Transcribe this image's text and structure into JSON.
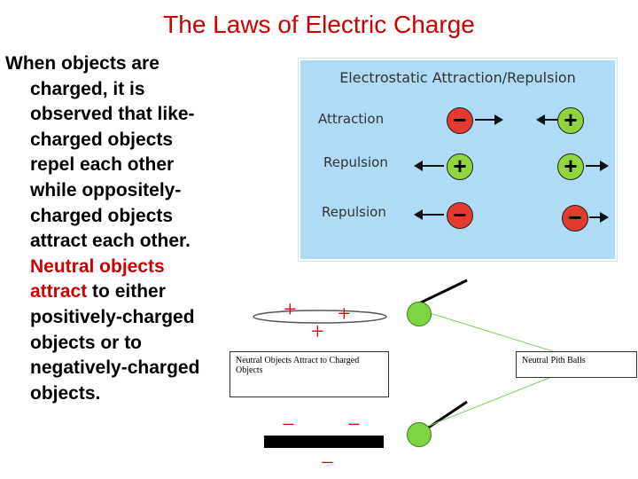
{
  "title": "The Laws of Electric Charge",
  "body_lines": [
    "When objects are",
    "charged, it is",
    "observed that like-",
    "charged objects",
    "repel each other",
    "while oppositely-",
    "charged objects",
    "attract each other.",
    "Neutral objects",
    "attract",
    " to either",
    "positively-charged",
    "objects or to",
    "negatively-charged",
    "objects."
  ],
  "electrostatic": {
    "title": "Electrostatic Attraction/Repulsion",
    "rows": [
      {
        "label": "Attraction",
        "left": "−",
        "right": "+"
      },
      {
        "label": "Repulsion",
        "left": "+",
        "right": "+"
      },
      {
        "label": "Repulsion",
        "left": "−",
        "right": "−"
      }
    ]
  },
  "signs": {
    "plus": "+",
    "minus": "−"
  },
  "captions": {
    "neutral_attract": "Neutral Objects Attract to Charged Objects",
    "pith_balls": "Neutral Pith Balls"
  },
  "colors": {
    "title": "#cc0000",
    "panel_bg": "#aedcf7",
    "negative_ball": "#e23b2e",
    "positive_ball": "#8fd63a",
    "thread": "#7fd060"
  }
}
